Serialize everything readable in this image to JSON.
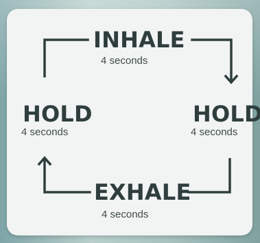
{
  "top_step": {
    "label": "INHALE",
    "duration": "4 seconds"
  },
  "right_step": {
    "label": "HOLD",
    "duration": "4 seconds"
  },
  "bottom_step": {
    "label": "EXHALE",
    "duration": "4 seconds"
  },
  "left_step": {
    "label": "HOLD",
    "duration": "4 seconds"
  },
  "colors": {
    "card": "#f1f4f3",
    "text": "#2f3e3d",
    "arrow": "#2f3e3d"
  }
}
